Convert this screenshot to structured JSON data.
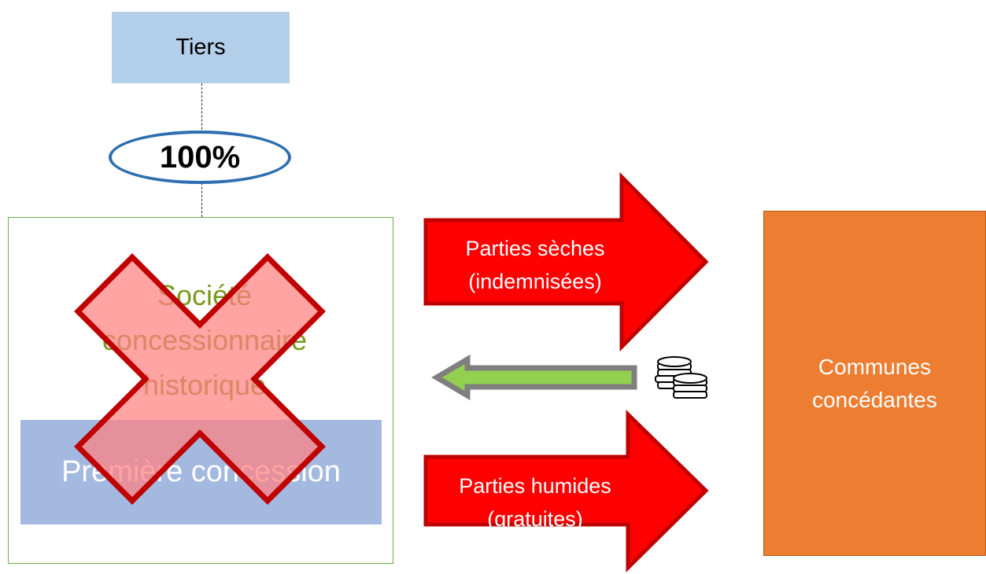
{
  "tiers": {
    "label": "Tiers"
  },
  "ownership": {
    "percent": "100%"
  },
  "company": {
    "label": "Société\nconcessionnaire\nhistorique"
  },
  "concession": {
    "label": "Première concession"
  },
  "communes": {
    "label": "Communes\nconcédantes"
  },
  "arrows": {
    "dry": {
      "label": "Parties sèches\n(indemnisées)"
    },
    "wet": {
      "label": "Parties humides\n(gratuites)"
    },
    "payment": {
      "icon": "coins-icon"
    }
  },
  "colors": {
    "tiers_fill": "#b4cfe9",
    "ellipse_border": "#2f6eb0",
    "company_border": "#70ad47",
    "company_text": "#7a9a1f",
    "concession_fill": "#a3b9e0",
    "communes_fill": "#ed7d31",
    "arrow_fill": "#ff0000",
    "arrow_border": "#c00000",
    "payment_arrow_fill": "#92d050",
    "payment_arrow_border": "#7f7f7f",
    "cross_fill": "#ff8080",
    "cross_border": "#c00000"
  }
}
